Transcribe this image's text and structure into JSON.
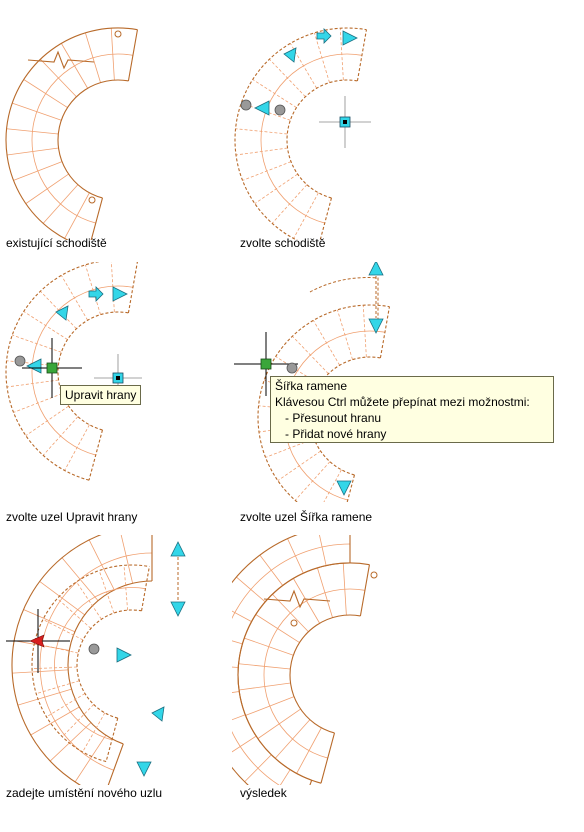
{
  "captions": {
    "p1": "existující schodiště",
    "p2": "zvolte schodiště",
    "p3": "zvolte uzel Upravit hrany",
    "p4": "zvolte uzel Šířka ramene",
    "p5": "zadejte umístění nového uzlu",
    "p6": "výsledek"
  },
  "tooltips": {
    "edit_edges": "Upravit hrany",
    "width": {
      "title": "Šířka ramene",
      "hint": "Klávesou Ctrl můžete přepínat mezi možnostmi:",
      "options": [
        "- Přesunout hranu",
        "- Přidat nové hrany"
      ]
    }
  },
  "colors": {
    "stair": "#b86a2a",
    "tread": "#f0a070",
    "grip": "#33d6e8",
    "grip_stroke": "#1a6e80",
    "node_green": "#3aa63a",
    "node_gray": "#999999",
    "cursor_red": "#d81e1e"
  }
}
